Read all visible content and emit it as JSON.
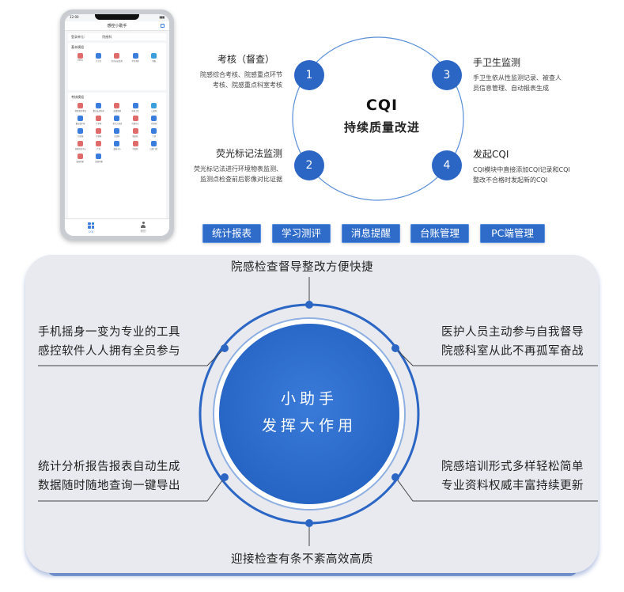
{
  "phone": {
    "time": "12:00",
    "app_title": "感控小助手",
    "unit_label": "登录单元:",
    "unit_value": "院感科",
    "basic_section_title": "基本模组",
    "basic_items": [
      {
        "label": "PDCA",
        "color": "#e06b6b"
      },
      {
        "label": "手卫生",
        "color": "#3b7ddd"
      },
      {
        "label": "荧光标记监测",
        "color": "#e06b6b"
      },
      {
        "label": "学习测评",
        "color": "#3b7ddd"
      },
      {
        "label": "消毒",
        "color": "#3b9fdd"
      }
    ],
    "assess_section_title": "考核模组",
    "assess_items": [
      {
        "label": "院感督导考核",
        "color": "#e06b6b"
      },
      {
        "label": "职业安全防护",
        "color": "#3b7ddd"
      },
      {
        "label": "血透管理",
        "color": "#e06b6b"
      },
      {
        "label": "环境卫生",
        "color": "#3b7ddd"
      },
      {
        "label": "口腔科",
        "color": "#3b9fdd"
      },
      {
        "label": "重症监护室",
        "color": "#3b7ddd"
      },
      {
        "label": "手术室",
        "color": "#e06b6b"
      },
      {
        "label": "新生儿病房",
        "color": "#3b7ddd"
      },
      {
        "label": "内镜中心",
        "color": "#e06b6b"
      },
      {
        "label": "检验科",
        "color": "#3b7ddd"
      },
      {
        "label": "供应室",
        "color": "#3b7ddd"
      },
      {
        "label": "导管室",
        "color": "#e06b6b"
      },
      {
        "label": "急诊科",
        "color": "#3b7ddd"
      },
      {
        "label": "感染科",
        "color": "#e06b6b"
      },
      {
        "label": "门诊",
        "color": "#3b7ddd"
      },
      {
        "label": "消毒供应中心",
        "color": "#e06b6b"
      },
      {
        "label": "产房",
        "color": "#e06b6b"
      },
      {
        "label": "透析中心",
        "color": "#3b7ddd"
      },
      {
        "label": "中医科",
        "color": "#e06b6b"
      },
      {
        "label": "口腔门诊",
        "color": "#3b7ddd"
      },
      {
        "label": "临床科室",
        "color": "#e06b6b"
      },
      {
        "label": "医技科室",
        "color": "#3b7ddd"
      }
    ],
    "tab_home": "CQI",
    "tab_me": "我的"
  },
  "cqi": {
    "title": "CQI",
    "subtitle": "持续质量改进",
    "steps": [
      {
        "num": "1",
        "title": "考核（督查）",
        "desc": [
          "院感综合考核、院感重点环节",
          "考核、院感重点科室考核"
        ]
      },
      {
        "num": "2",
        "title": "荧光标记法监测",
        "desc": [
          "荧光标记法进行环境物表监测、",
          "监测点检查前后影像对比证据"
        ]
      },
      {
        "num": "3",
        "title": "手卫生监测",
        "desc": [
          "手卫生依从性监测记录、被查人",
          "员信息管理、自动报表生成"
        ]
      },
      {
        "num": "4",
        "title": "发起CQI",
        "desc": [
          "CQI模块中直接添加CQI记录和CQI",
          "整改不合格时发起新的CQI"
        ]
      }
    ]
  },
  "buttons": [
    "统计报表",
    "学习测评",
    "消息提醒",
    "台账管理",
    "PC端管理"
  ],
  "hub": {
    "line1": "小助手",
    "line2": "发挥大作用",
    "top": "院感检查督导整改方便快捷",
    "bottom": "迎接检查有条不紊高效高质",
    "upper_left": [
      "手机摇身一变为专业的工具",
      "感控软件人人拥有全员参与"
    ],
    "upper_right": [
      "医护人员主动参与自我督导",
      "院感科室从此不再孤军奋战"
    ],
    "lower_left": [
      "统计分析报告报表自动生成",
      "数据随时随地查询一键导出"
    ],
    "lower_right": [
      "院感培训形式多样轻松简单",
      "专业资料权威丰富持续更新"
    ]
  },
  "colors": {
    "accent": "#2b66c5",
    "panel": "#e8eaef"
  }
}
